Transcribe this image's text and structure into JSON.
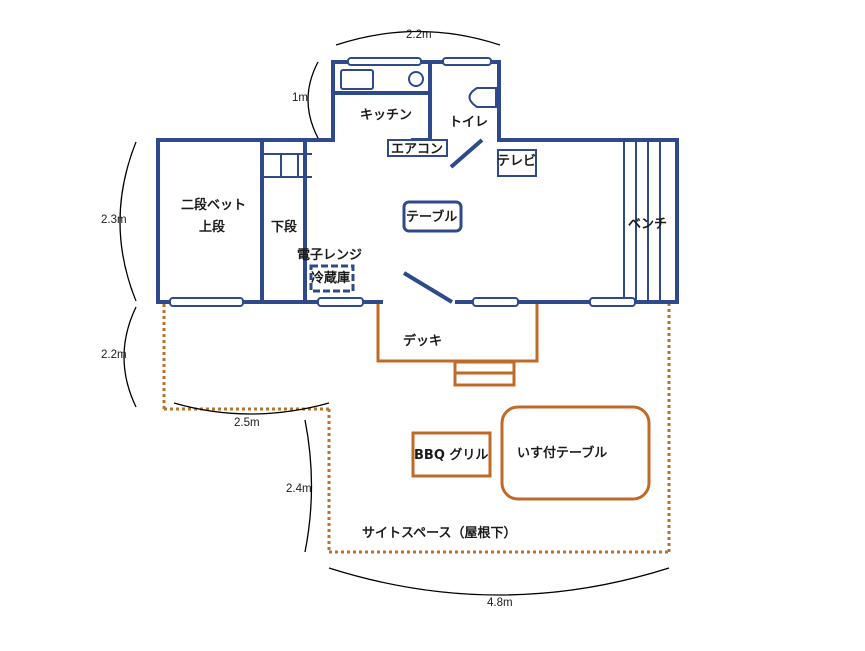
{
  "colors": {
    "wall": "#2e4a8c",
    "deck": "#c06a28",
    "site": "#b9722e",
    "dimension": "#000000",
    "text": "#1b1b1b"
  },
  "rooms": {
    "kitchen": "キッチン",
    "toilet": "トイレ",
    "aircon": "エアコン",
    "tv": "テレビ",
    "bunk_bed": "二段ベット",
    "upper": "上段",
    "lower": "下段",
    "table": "テーブル",
    "microwave": "電子レンジ",
    "fridge": "冷蔵庫",
    "bench": "ベンチ",
    "deck": "デッキ",
    "bbq": "BBQ グリル",
    "table_chairs": "いす付テーブル",
    "site": "サイトスペース（屋根下）"
  },
  "dimensions": {
    "top_width": "2.2m",
    "kitchen_depth": "1m",
    "building_depth": "2.3m",
    "deck_depth": "2.2m",
    "left_width": "2.5m",
    "site_depth": "2.4m",
    "site_width": "4.8m"
  }
}
